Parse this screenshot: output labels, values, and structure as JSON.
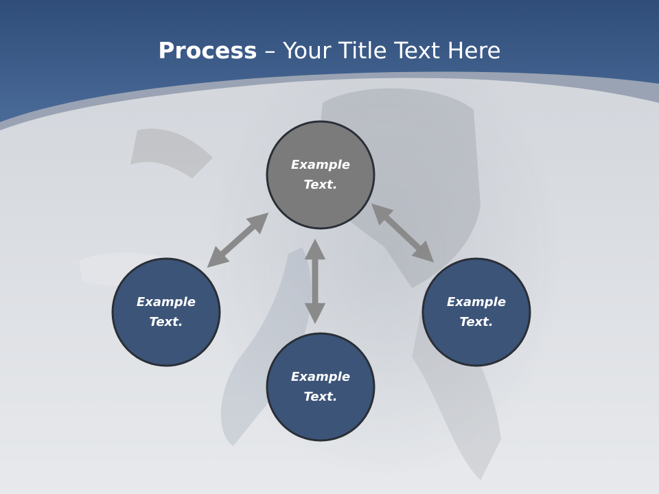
{
  "title": {
    "bold": "Process",
    "rest": " – Your Title Text Here"
  },
  "nodes": [
    {
      "id": "top",
      "label": "Example\nText.",
      "fill": "#7b7b7b"
    },
    {
      "id": "left",
      "label": "Example\nText.",
      "fill": "#3c5478"
    },
    {
      "id": "bottom",
      "label": "Example\nText.",
      "fill": "#3c5478"
    },
    {
      "id": "right",
      "label": "Example\nText.",
      "fill": "#3c5478"
    }
  ],
  "colors": {
    "header": "#3f5f8e",
    "arc": "#9aa3b3",
    "arrow": "#8a8a8a",
    "node_border": "#2a2f37"
  }
}
